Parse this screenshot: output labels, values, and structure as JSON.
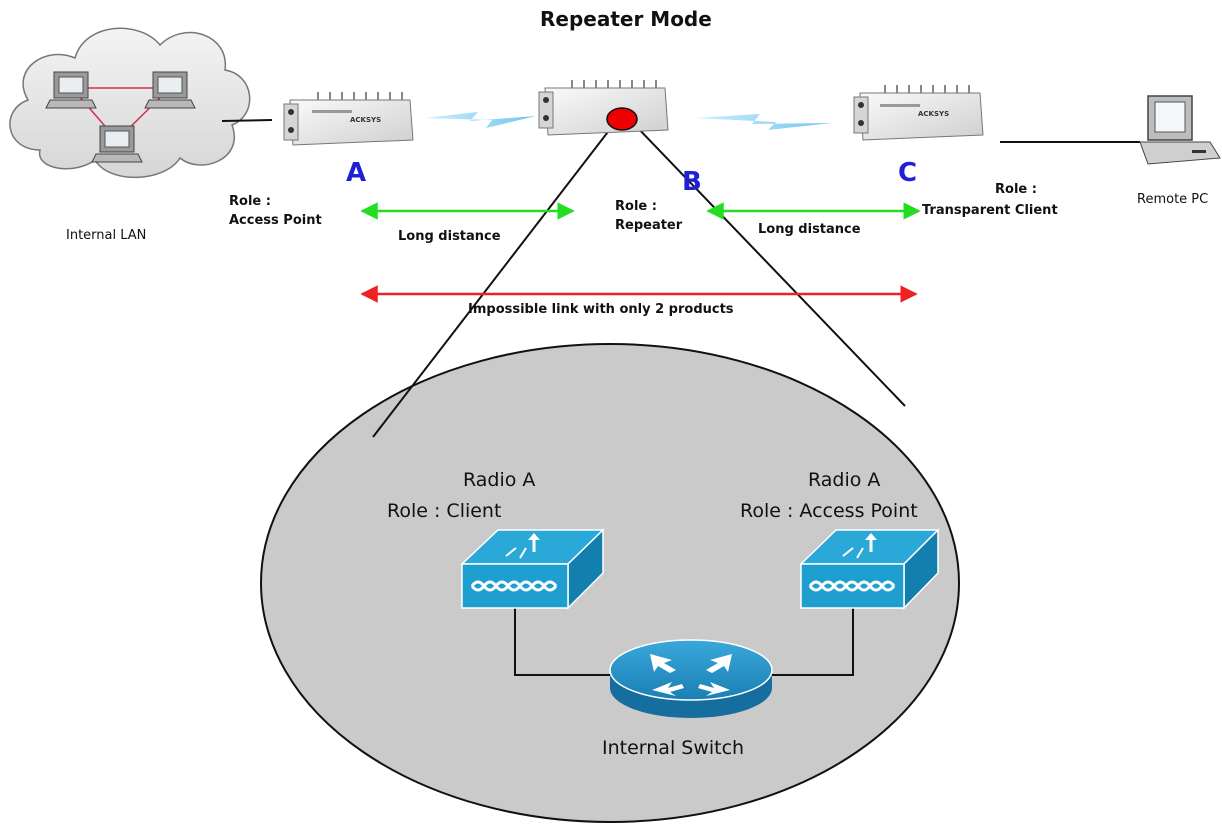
{
  "title": "Repeater Mode",
  "devices": {
    "a": {
      "letter": "A",
      "role_label": "Role :",
      "role": "Access Point"
    },
    "b": {
      "letter": "B",
      "role_label": "Role :",
      "role": "Repeater"
    },
    "c": {
      "letter": "C",
      "role_label": "Role :",
      "role": "Transparent Client"
    },
    "brand": "ACKSYS"
  },
  "left_network": "Internal LAN",
  "remote": "Remote PC",
  "links": {
    "left_distance": "Long distance",
    "right_distance": "Long distance",
    "impossible": "Impossible link with only 2 products"
  },
  "inner": {
    "radio_left_name": "Radio A",
    "radio_left_role": "Role : Client",
    "radio_right_name": "Radio A",
    "radio_right_role": "Role : Access Point",
    "switch_label": "Internal Switch"
  },
  "colors": {
    "ok_arrow": "#22dd22",
    "fail_arrow": "#ee2222",
    "letter": "#1f1fd6",
    "radio_blue": "#1e9fd0",
    "ellipse_fill": "#cacaca"
  }
}
